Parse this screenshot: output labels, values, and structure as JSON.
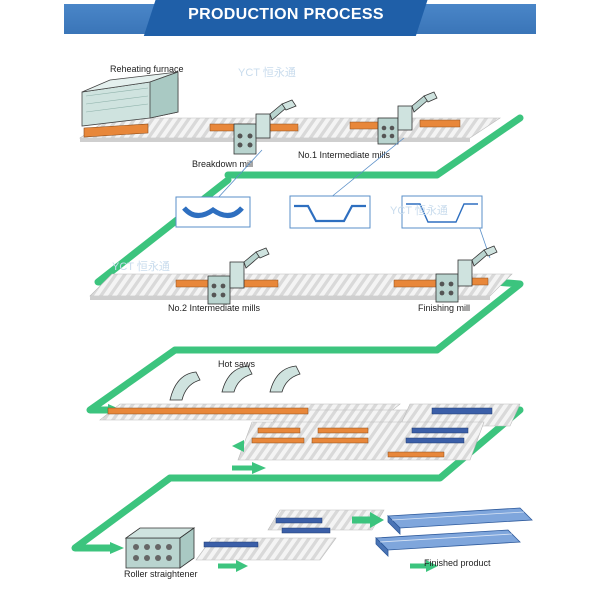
{
  "header": {
    "title": "PRODUCTION PROCESS"
  },
  "labels": {
    "reheating_furnace": "Reheating furnace",
    "breakdown_mill": "Breakdown mill",
    "intermediate_mills_1": "No.1 Intermediate mills",
    "intermediate_mills_2": "No.2 Intermediate mills",
    "finishing_mill": "Finishing mill",
    "hot_saws": "Hot saws",
    "roller_straightener": "Roller straightener",
    "finished_product": "Finished product"
  },
  "watermark": {
    "text": "YCT 恒永通"
  },
  "colors": {
    "banner": "#1f5fa8",
    "flow_arrow": "#3cc47e",
    "hot_steel": "#e8873a",
    "cooled_steel": "#3b5fa8",
    "machine": "#b9d4cf",
    "outline": "#333333",
    "roller_table": "#d8d8d8"
  },
  "icons": [
    "roller-table",
    "mill-stand",
    "saw-blade",
    "profile-shape",
    "flow-arrow",
    "sheet-pile"
  ]
}
